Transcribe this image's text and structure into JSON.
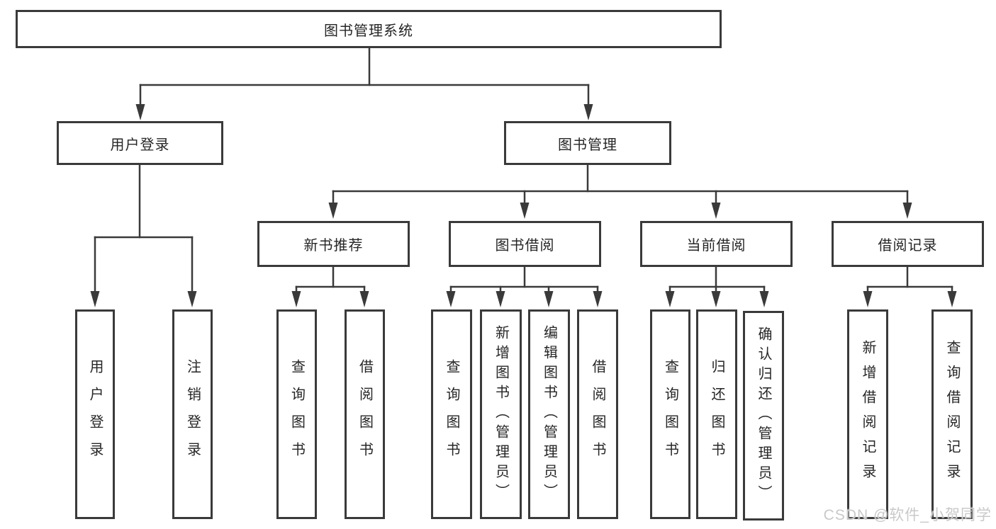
{
  "tree": {
    "root": {
      "label": "图书管理系统"
    },
    "branches": [
      {
        "label": "用户登录",
        "children": [
          {
            "label": "用户登录"
          },
          {
            "label": "注销登录"
          }
        ]
      },
      {
        "label": "图书管理",
        "children": [
          {
            "label": "新书推荐",
            "children": [
              {
                "label": "查询图书"
              },
              {
                "label": "借阅图书"
              }
            ]
          },
          {
            "label": "图书借阅",
            "children": [
              {
                "label": "查询图书"
              },
              {
                "label": "新增图书（管理员）"
              },
              {
                "label": "编辑图书（管理员）"
              },
              {
                "label": "借阅图书"
              }
            ]
          },
          {
            "label": "当前借阅",
            "children": [
              {
                "label": "查询图书"
              },
              {
                "label": "归还图书"
              },
              {
                "label": "确认归还（管理员）"
              }
            ]
          },
          {
            "label": "借阅记录",
            "children": [
              {
                "label": "新增借阅记录"
              },
              {
                "label": "查询借阅记录"
              }
            ]
          }
        ]
      }
    ]
  },
  "watermark": "CSDN @软件_小贺同学",
  "colors": {
    "line": "#3a3a3a",
    "box_border": "#3a3a3a",
    "box_fill": "#ffffff",
    "text": "#262626",
    "watermark": "#c9c9c9"
  }
}
